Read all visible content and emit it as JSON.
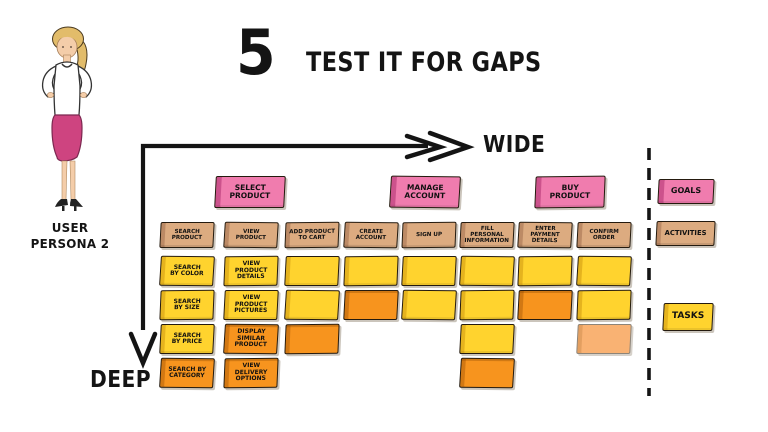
{
  "title": {
    "step_number": "5",
    "heading": "TEST IT FOR GAPS"
  },
  "persona": {
    "caption": "USER\nPERSONA 2"
  },
  "axes": {
    "wide": "WIDE",
    "deep": "DEEP"
  },
  "legend": {
    "goals": "GOALS",
    "activities": "ACTIVITIES",
    "tasks": "TASKS"
  },
  "colors": {
    "goal_pink": "#F07CAE",
    "activity_tan": "#DCAB80",
    "task_yellow": "#FFD32E",
    "gap_orange": "#F7941E",
    "gap_peach": "#F9B273",
    "outline": "#241A0E",
    "skirt_pink": "#CE4480",
    "hair_blonde": "#E2BC6A",
    "skin": "#F4CDA9"
  },
  "board": {
    "goals": [
      {
        "label": "SELECT\nPRODUCT"
      },
      {
        "label": "MANAGE\nACCOUNT"
      },
      {
        "label": "BUY\nPRODUCT"
      }
    ],
    "activities": [
      "SEARCH\nPRODUCT",
      "VIEW\nPRODUCT",
      "ADD PRODUCT\nTO CART",
      "CREATE\nACCOUNT",
      "SIGN UP",
      "FILL PERSONAL\nINFORMATION",
      "ENTER\nPAYMENT\nDETAILS",
      "CONFIRM\nORDER"
    ],
    "tasks": [
      {
        "row": 1,
        "col": 1,
        "variant": "yellow",
        "label": "SEARCH\nBY COLOR"
      },
      {
        "row": 1,
        "col": 2,
        "variant": "yellow",
        "label": "VIEW\nPRODUCT\nDETAILS"
      },
      {
        "row": 1,
        "col": 3,
        "variant": "yellow",
        "label": ""
      },
      {
        "row": 1,
        "col": 4,
        "variant": "yellow",
        "label": ""
      },
      {
        "row": 1,
        "col": 5,
        "variant": "yellow",
        "label": ""
      },
      {
        "row": 1,
        "col": 6,
        "variant": "yellow",
        "label": ""
      },
      {
        "row": 1,
        "col": 7,
        "variant": "yellow",
        "label": ""
      },
      {
        "row": 1,
        "col": 8,
        "variant": "yellow",
        "label": ""
      },
      {
        "row": 2,
        "col": 1,
        "variant": "yellow",
        "label": "SEARCH\nBY SIZE"
      },
      {
        "row": 2,
        "col": 2,
        "variant": "yellow",
        "label": "VIEW\nPRODUCT\nPICTURES"
      },
      {
        "row": 2,
        "col": 3,
        "variant": "yellow",
        "label": ""
      },
      {
        "row": 2,
        "col": 4,
        "variant": "orange",
        "label": ""
      },
      {
        "row": 2,
        "col": 5,
        "variant": "yellow",
        "label": ""
      },
      {
        "row": 2,
        "col": 6,
        "variant": "yellow",
        "label": ""
      },
      {
        "row": 2,
        "col": 7,
        "variant": "orange",
        "label": ""
      },
      {
        "row": 2,
        "col": 8,
        "variant": "yellow",
        "label": ""
      },
      {
        "row": 3,
        "col": 1,
        "variant": "yellow",
        "label": "SEARCH\nBY PRICE"
      },
      {
        "row": 3,
        "col": 2,
        "variant": "orange",
        "label": "DISPLAY\nSIMILAR\nPRODUCT"
      },
      {
        "row": 3,
        "col": 3,
        "variant": "orange",
        "label": ""
      },
      {
        "row": 3,
        "col": 6,
        "variant": "yellow",
        "label": ""
      },
      {
        "row": 3,
        "col": 8,
        "variant": "peach",
        "label": ""
      },
      {
        "row": 4,
        "col": 1,
        "variant": "orange",
        "label": "SEARCH BY\nCATEGORY"
      },
      {
        "row": 4,
        "col": 2,
        "variant": "orange",
        "label": "VIEW\nDELIVERY\nOPTIONS"
      },
      {
        "row": 4,
        "col": 6,
        "variant": "orange",
        "label": ""
      }
    ]
  }
}
